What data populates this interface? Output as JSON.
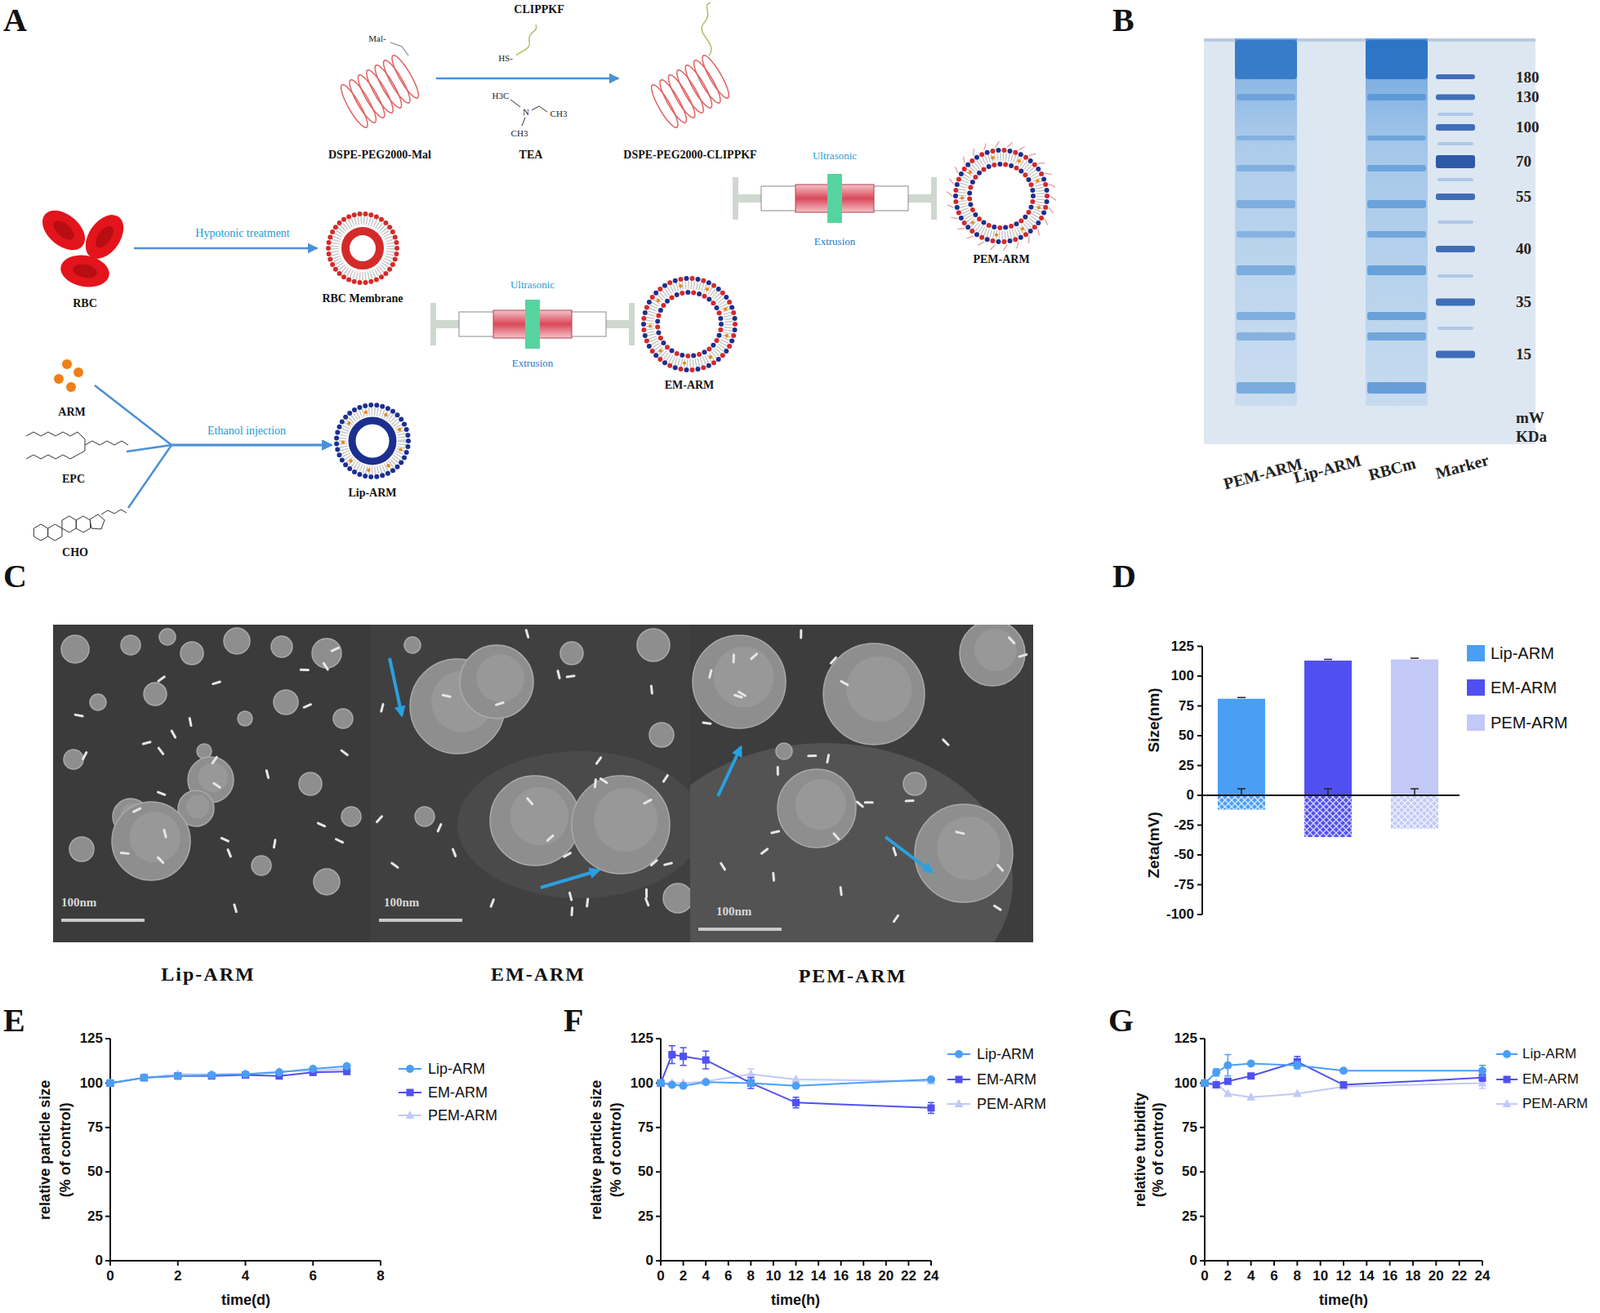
{
  "diagram": {
    "nodes": [
      {
        "text": [
          "DSPE-PEG2000-Mal"
        ]
      },
      {
        "text": [
          "DSPE-PEG2000-CLIPPKF"
        ]
      },
      {
        "text": [
          "RBC"
        ]
      },
      {
        "text": [
          "RBC Membrane"
        ]
      },
      {
        "text": [
          "PEM-ARM"
        ]
      },
      {
        "text": [
          "EM-ARM"
        ]
      },
      {
        "text": [
          "ARM"
        ]
      },
      {
        "text": [
          "EPC"
        ]
      },
      {
        "text": [
          "CHO"
        ]
      },
      {
        "text": [
          "Lip-ARM"
        ]
      }
    ],
    "edges": [
      {
        "from": 0,
        "to": 1,
        "arrow": "to"
      },
      {
        "from": 2,
        "to": 3,
        "label": "Hypotonic treatment",
        "arrow": "to"
      },
      {
        "from": 6,
        "to": 9,
        "arrow": "to"
      },
      {
        "from": 7,
        "to": 9,
        "label": "Ethanol injection",
        "arrow": "to"
      },
      {
        "from": 8,
        "to": 9,
        "arrow": "to"
      }
    ],
    "labels": [
      "A",
      "B",
      "C",
      "D",
      "E",
      "F",
      "G",
      "Mal-",
      "CLIPPKF",
      "HS-",
      "H3C",
      "N",
      "CH3",
      "CH3",
      "TEA",
      "Ultrasonic",
      "Extrusion",
      "Ultrasonic",
      "Extrusion",
      "180",
      "130",
      "100",
      "70",
      "55",
      "40",
      "35",
      "15",
      "mW",
      "KDa",
      "PEM-ARM",
      "Lip-ARM",
      "RBCm",
      "Marker",
      "100nm",
      "100nm",
      "100nm",
      "Lip-ARM",
      "EM-ARM",
      "PEM-ARM",
      "Size(nm)",
      "Zeta(mV)",
      "125",
      "100",
      "75",
      "50",
      "25",
      "0",
      "-25",
      "-50",
      "-75",
      "-100",
      "relative particle size",
      "(% of control)",
      "125",
      "100",
      "75",
      "50",
      "25",
      "0",
      "0",
      "2",
      "4",
      "6",
      "8",
      "time(d)",
      "relative particle size",
      "(% of control)",
      "125",
      "100",
      "75",
      "50",
      "25",
      "0",
      "0",
      "2",
      "4",
      "6",
      "8",
      "10",
      "12",
      "14",
      "16",
      "18",
      "20",
      "22",
      "24",
      "time(h)",
      "relative turbidity",
      "(% of control)",
      "125",
      "100",
      "75",
      "50",
      "25",
      "0",
      "0",
      "2",
      "4",
      "6",
      "8",
      "10",
      "12",
      "14",
      "16",
      "18",
      "20",
      "22",
      "24",
      "time(h)"
    ],
    "legend": [
      {
        "text": "Lip-ARM",
        "color": "#4a9ff5"
      },
      {
        "text": "EM-ARM",
        "color": "#5050f2"
      },
      {
        "text": "PEM-ARM",
        "color": "#c2c9f7"
      },
      {
        "text": "Lip-ARM"
      },
      {
        "text": "EM-ARM"
      },
      {
        "text": "PEM-ARM"
      },
      {
        "text": "Lip-ARM"
      },
      {
        "text": "EM-ARM"
      },
      {
        "text": "PEM-ARM"
      },
      {
        "text": "Lip-ARM"
      },
      {
        "text": "EM-ARM"
      },
      {
        "text": "PEM-ARM"
      }
    ]
  }
}
